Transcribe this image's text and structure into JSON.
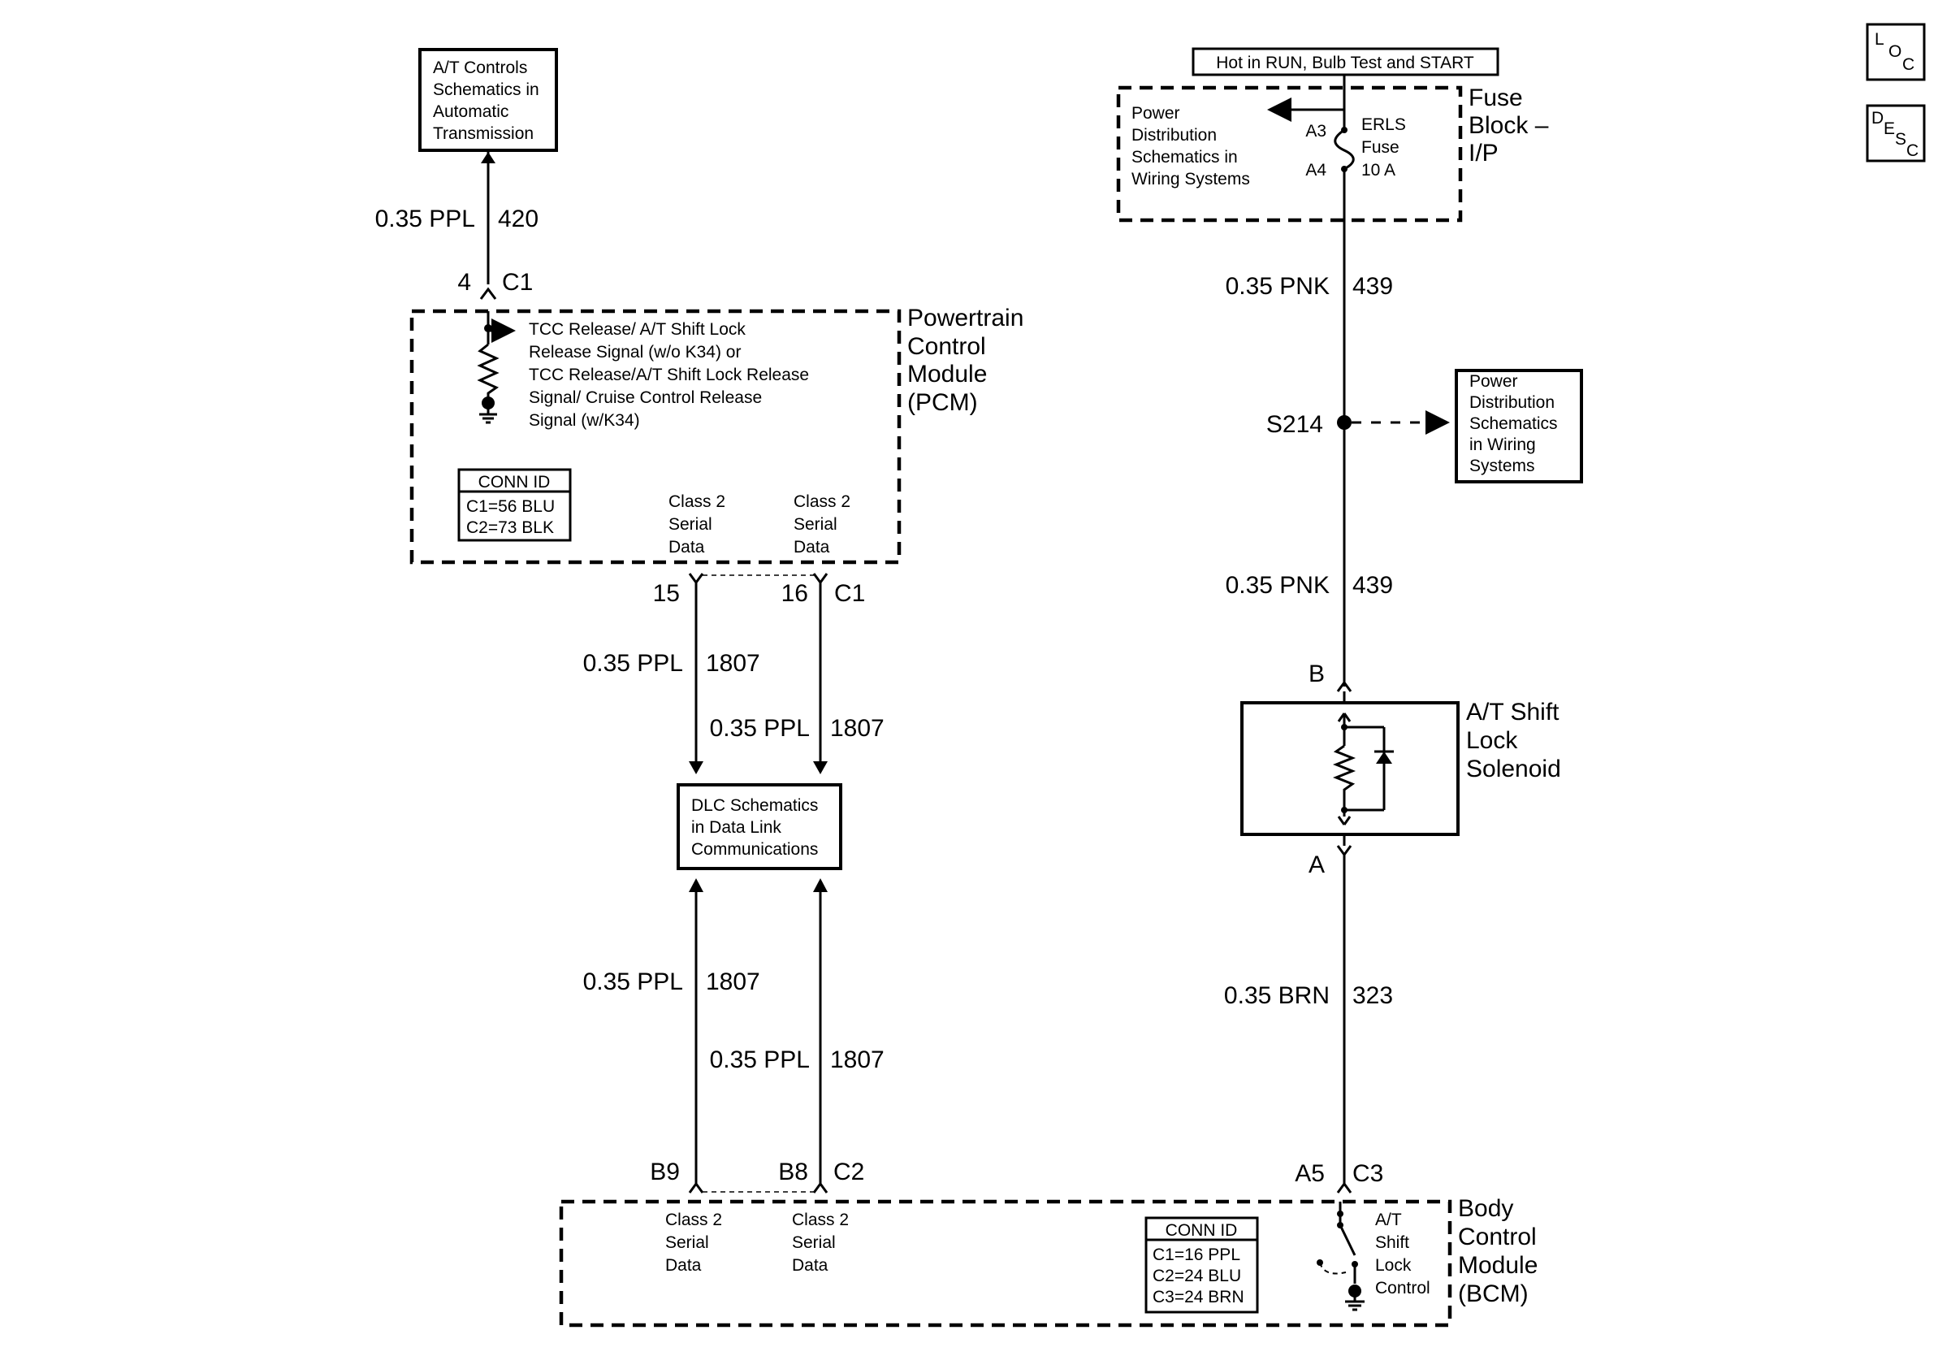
{
  "icons": {
    "loc": "loc-icon",
    "desc": "desc-icon",
    "ground": "ground-icon",
    "arrow": "arrow-icon"
  },
  "nav": {
    "loc": {
      "l": "L",
      "o": "O",
      "c": "C"
    },
    "desc": {
      "d": "D",
      "e": "E",
      "s": "S",
      "c": "C"
    }
  },
  "at_controls_box": {
    "lines": [
      "A/T Controls",
      "Schematics in",
      "Automatic",
      "Transmission"
    ]
  },
  "wire_420": {
    "gauge": "0.35 PPL",
    "circuit": "420"
  },
  "pcm_top_pin": {
    "pin": "4",
    "connector": "C1"
  },
  "pcm": {
    "name_lines": [
      "Powertrain",
      "Control",
      "Module",
      "(PCM)"
    ],
    "signal_lines": [
      "TCC Release/ A/T Shift Lock",
      "Release Signal (w/o K34) or",
      "TCC Release/A/T Shift Lock Release",
      "Signal/ Cruise Control Release",
      "Signal (w/K34)"
    ],
    "conn_id": {
      "title": "CONN ID",
      "rows": [
        "C1=56 BLU",
        "C2=73 BLK"
      ]
    },
    "serial_left": [
      "Class 2",
      "Serial",
      "Data"
    ],
    "serial_right": [
      "Class 2",
      "Serial",
      "Data"
    ],
    "pin_left": "15",
    "pin_right": "16",
    "connector": "C1"
  },
  "wires_1807": {
    "upper_left": {
      "gauge": "0.35 PPL",
      "circuit": "1807"
    },
    "upper_right": {
      "gauge": "0.35 PPL",
      "circuit": "1807"
    },
    "lower_left": {
      "gauge": "0.35 PPL",
      "circuit": "1807"
    },
    "lower_right": {
      "gauge": "0.35 PPL",
      "circuit": "1807"
    }
  },
  "dlc_box": {
    "lines": [
      "DLC Schematics",
      "in Data Link",
      "Communications"
    ]
  },
  "bcm": {
    "name_lines": [
      "Body",
      "Control",
      "Module",
      "(BCM)"
    ],
    "pin_left": "B9",
    "pin_right": "B8",
    "connector_left": "C2",
    "serial_left": [
      "Class 2",
      "Serial",
      "Data"
    ],
    "serial_right": [
      "Class 2",
      "Serial",
      "Data"
    ],
    "conn_id": {
      "title": "CONN ID",
      "rows": [
        "C1=16 PPL",
        "C2=24 BLU",
        "C3=24 BRN"
      ]
    },
    "switch_lines": [
      "A/T",
      "Shift",
      "Lock",
      "Control"
    ],
    "pin_a5": "A5",
    "connector_c3": "C3"
  },
  "hot_label": "Hot in RUN, Bulb Test and START",
  "fuse_block": {
    "name_lines": [
      "Fuse",
      "Block –",
      "I/P"
    ],
    "pdist_lines": [
      "Power",
      "Distribution",
      "Schematics in",
      "Wiring Systems"
    ],
    "pin_a3": "A3",
    "pin_a4": "A4",
    "fuse_lines": [
      "ERLS",
      "Fuse",
      "10 A"
    ]
  },
  "wire_439_upper": {
    "gauge": "0.35 PNK",
    "circuit": "439"
  },
  "splice": {
    "label": "S214"
  },
  "pdist_box_right": {
    "lines": [
      "Power",
      "Distribution",
      "Schematics",
      "in Wiring",
      "Systems"
    ]
  },
  "wire_439_lower": {
    "gauge": "0.35 PNK",
    "circuit": "439"
  },
  "solenoid": {
    "pin_b": "B",
    "pin_a": "A",
    "name_lines": [
      "A/T Shift",
      "Lock",
      "Solenoid"
    ]
  },
  "wire_323": {
    "gauge": "0.35 BRN",
    "circuit": "323"
  }
}
